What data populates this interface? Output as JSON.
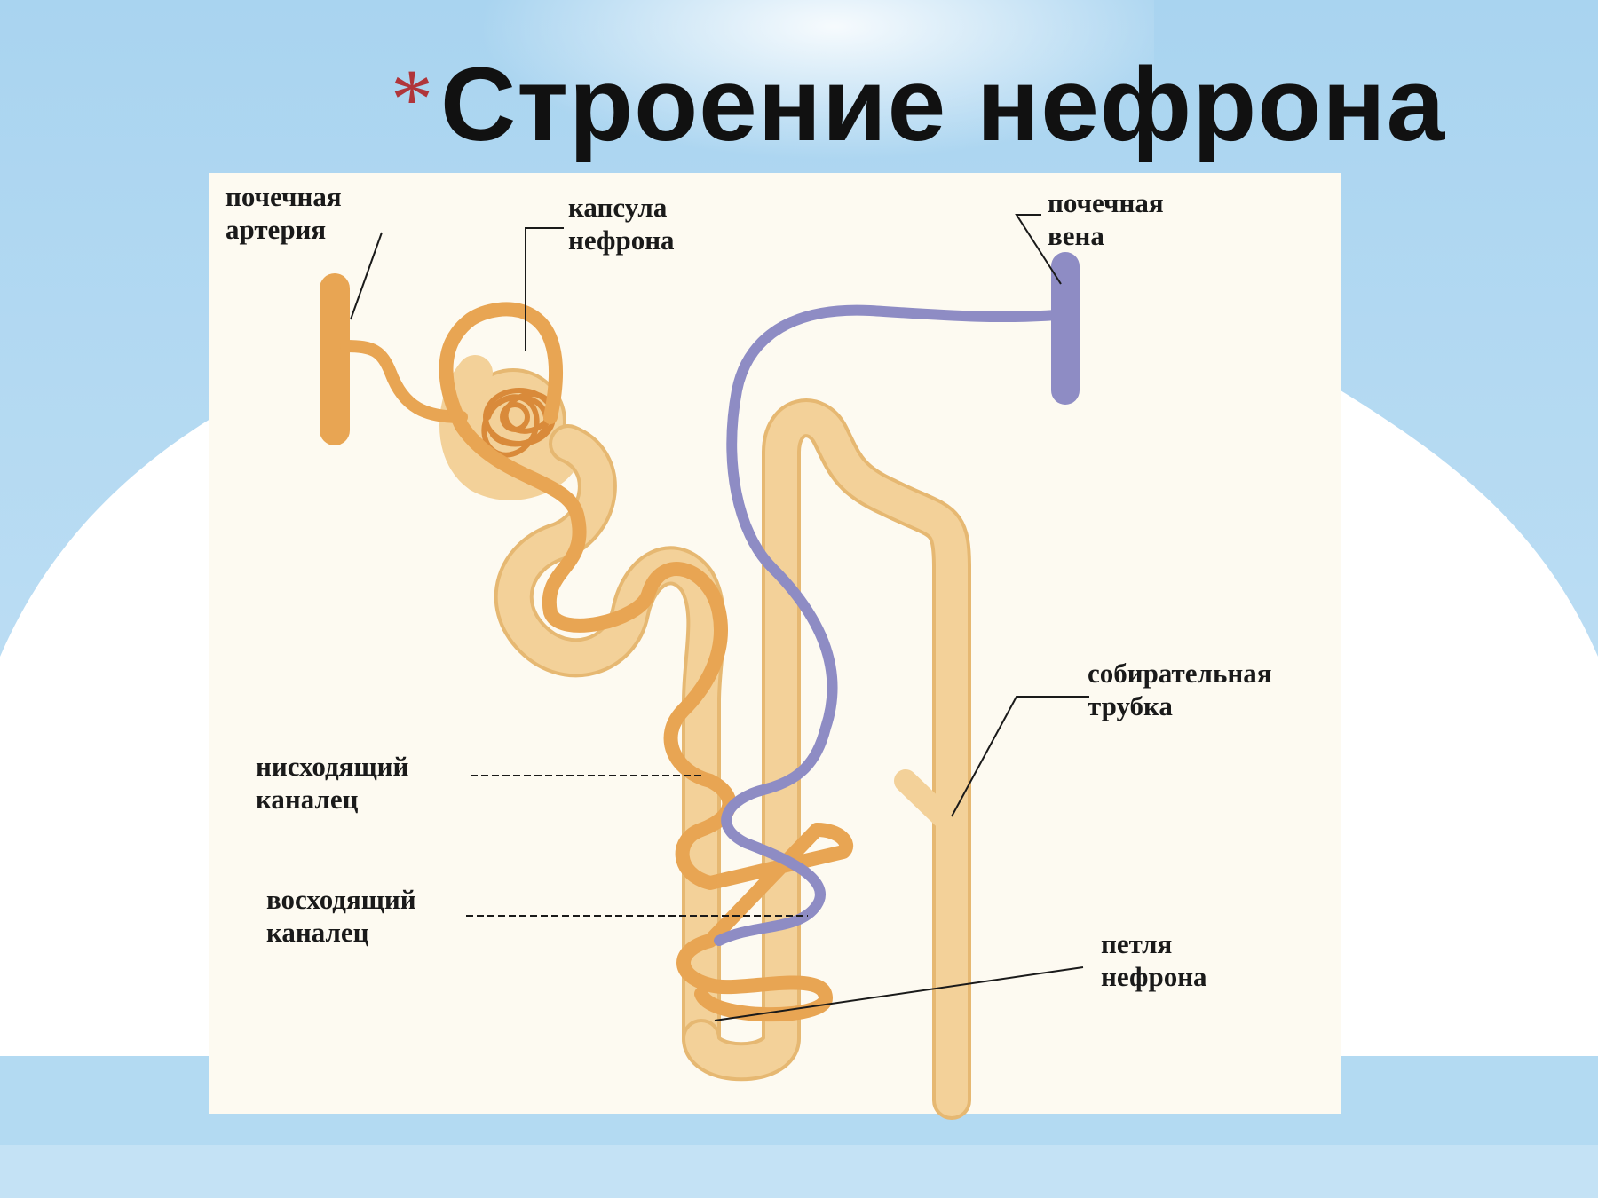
{
  "title": {
    "bullet": "*",
    "text": "Строение нефрона"
  },
  "labels": {
    "renal_artery": [
      "почечная",
      "артерия"
    ],
    "nephron_capsule": [
      "капсула",
      "нефрона"
    ],
    "renal_vein": [
      "почечная",
      "вена"
    ],
    "collecting_duct": [
      "собирательная",
      "трубка"
    ],
    "descending_tubule": [
      "нисходящий",
      "каналец"
    ],
    "ascending_tubule": [
      "восходящий",
      "каналец"
    ],
    "nephron_loop": [
      "петля",
      "нефрона"
    ]
  },
  "colors": {
    "background_blue": "#a9d4f0",
    "panel": "#fdfaf1",
    "tubule": "#f3d199",
    "tubule_edge": "#e6b872",
    "artery": "#e8a553",
    "vein": "#8e8cc4",
    "title_asterisk": "#b0353a"
  }
}
